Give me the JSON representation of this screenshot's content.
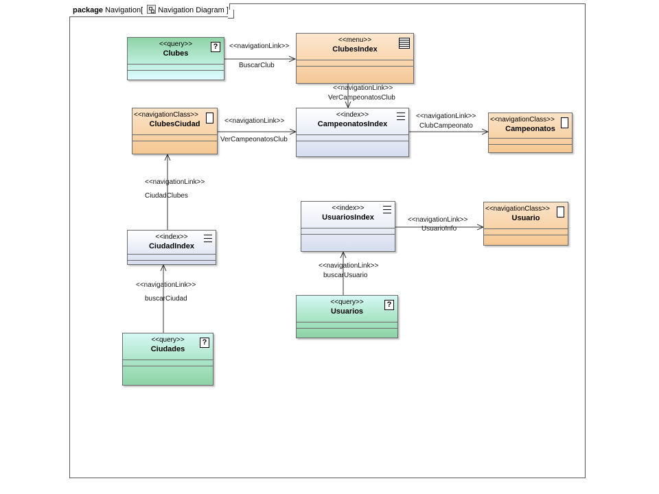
{
  "package_tab": {
    "keyword": "package",
    "name": "Navigation",
    "bracket_open": "[",
    "diagram_name": "Navigation Diagram",
    "bracket_close": "]",
    "diagram_icon": "class-diagram-icon"
  },
  "elements": {
    "clubes": {
      "stereotype": "<<query>>",
      "name": "Clubes",
      "icon": "question-icon"
    },
    "clubes_index": {
      "stereotype": "<<menu>>",
      "name": "ClubesIndex",
      "icon": "menu-list-icon"
    },
    "clubes_ciudad": {
      "stereotype": "<<navigationClass>>",
      "name": "ClubesCiudad",
      "icon": "class-page-icon"
    },
    "campeonatos_index": {
      "stereotype": "<<index>>",
      "name": "CampeonatosIndex",
      "icon": "index-list-icon"
    },
    "campeonatos": {
      "stereotype": "<<navigationClass>>",
      "name": "Campeonatos",
      "icon": "class-page-icon"
    },
    "usuarios_index": {
      "stereotype": "<<index>>",
      "name": "UsuariosIndex",
      "icon": "index-list-icon"
    },
    "usuario": {
      "stereotype": "<<navigationClass>>",
      "name": "Usuario",
      "icon": "class-page-icon"
    },
    "ciudad_index": {
      "stereotype": "<<index>>",
      "name": "CiudadIndex",
      "icon": "index-list-icon"
    },
    "usuarios": {
      "stereotype": "<<query>>",
      "name": "Usuarios",
      "icon": "question-icon"
    },
    "ciudades": {
      "stereotype": "<<query>>",
      "name": "Ciudades",
      "icon": "question-icon"
    }
  },
  "links": [
    {
      "from": "Clubes",
      "to": "ClubesIndex",
      "stereotype": "<<navigationLink>>",
      "name": "BuscarClub"
    },
    {
      "from": "ClubesIndex",
      "to": "CampeonatosIndex",
      "stereotype": "<<navigationLink>>",
      "name": "VerCampeonatosClub"
    },
    {
      "from": "ClubesCiudad",
      "to": "CampeonatosIndex",
      "stereotype": "<<navigationLink>>",
      "name": "VerCampeonatosClub"
    },
    {
      "from": "CampeonatosIndex",
      "to": "Campeonatos",
      "stereotype": "<<navigationLink>>",
      "name": "ClubCampeonato"
    },
    {
      "from": "CiudadIndex",
      "to": "ClubesCiudad",
      "stereotype": "<<navigationLink>>",
      "name": "CiudadClubes"
    },
    {
      "from": "Ciudades",
      "to": "CiudadIndex",
      "stereotype": "<<navigationLink>>",
      "name": "buscarCiudad"
    },
    {
      "from": "UsuariosIndex",
      "to": "Usuario",
      "stereotype": "<<navigationLink>>",
      "name": "UsuarioInfo"
    },
    {
      "from": "Usuarios",
      "to": "UsuariosIndex",
      "stereotype": "<<navigationLink>>",
      "name": "buscarUsuario"
    }
  ],
  "icon_symbol": "?"
}
